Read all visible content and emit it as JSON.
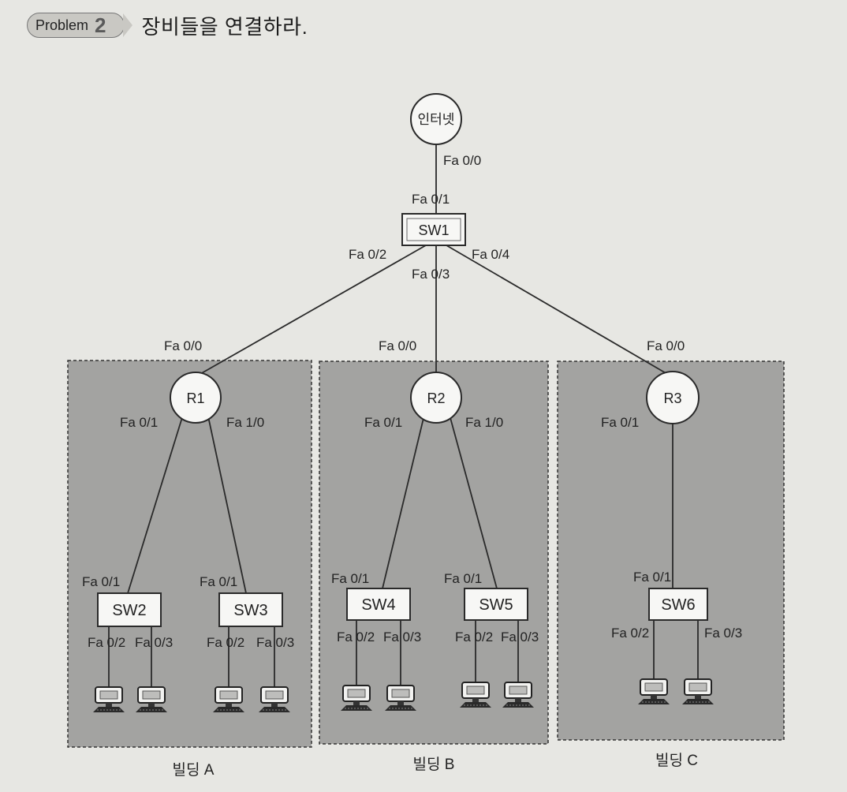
{
  "header": {
    "badge_word": "Problem",
    "badge_number": "2",
    "title": "장비들을 연결하라."
  },
  "nodes": {
    "internet": "인터넷",
    "sw1": "SW1",
    "r1": "R1",
    "r2": "R2",
    "r3": "R3",
    "sw2": "SW2",
    "sw3": "SW3",
    "sw4": "SW4",
    "sw5": "SW5",
    "sw6": "SW6"
  },
  "buildings": {
    "a": "빌딩 A",
    "b": "빌딩 B",
    "c": "빌딩 C"
  },
  "ports": {
    "internet_fa00": "Fa 0/0",
    "sw1_fa01": "Fa 0/1",
    "sw1_fa02": "Fa 0/2",
    "sw1_fa03": "Fa 0/3",
    "sw1_fa04": "Fa 0/4",
    "r1_fa00": "Fa 0/0",
    "r2_fa00": "Fa 0/0",
    "r3_fa00": "Fa 0/0",
    "r1_fa01": "Fa 0/1",
    "r1_fa10": "Fa 1/0",
    "r2_fa01": "Fa 0/1",
    "r2_fa10": "Fa 1/0",
    "r3_fa01": "Fa 0/1",
    "sw2_fa01": "Fa 0/1",
    "sw3_fa01": "Fa 0/1",
    "sw4_fa01": "Fa 0/1",
    "sw5_fa01": "Fa 0/1",
    "sw6_fa01": "Fa 0/1",
    "sw2_fa02": "Fa 0/2",
    "sw2_fa03": "Fa 0/3",
    "sw3_fa02": "Fa 0/2",
    "sw3_fa03": "Fa 0/3",
    "sw4_fa02": "Fa 0/2",
    "sw4_fa03": "Fa 0/3",
    "sw5_fa02": "Fa 0/2",
    "sw5_fa03": "Fa 0/3",
    "sw6_fa02": "Fa 0/2",
    "sw6_fa03": "Fa 0/3"
  },
  "icons": {
    "pc": "computer-icon"
  },
  "colors": {
    "page": "#e7e7e3",
    "building_fill": "#a3a3a1",
    "node_fill": "#f7f7f5",
    "line": "#2a2a2a"
  }
}
